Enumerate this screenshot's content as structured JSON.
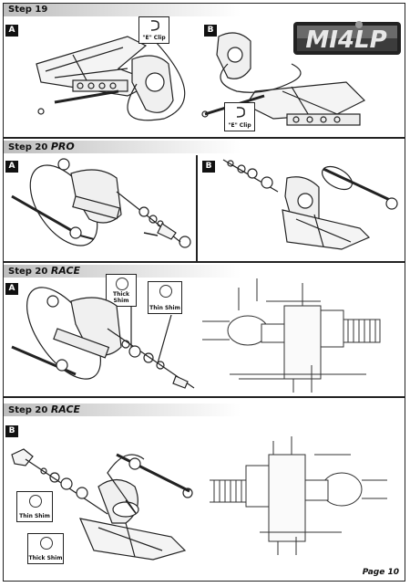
{
  "steps": {
    "s19": "Step 19",
    "s20pro": "Step 20",
    "s20pro_suffix": "PRO",
    "s20race1": "Step 20",
    "s20race1_suffix": "RACE",
    "s20race2": "Step 20",
    "s20race2_suffix": "RACE"
  },
  "badges": {
    "a": "A",
    "b": "B"
  },
  "callouts": {
    "e_clip": "\"E\" Clip",
    "thick_shim": "Thick Shim",
    "thin_shim": "Thin Shim"
  },
  "logo_text": "MI4LP",
  "page_label": "Page 10"
}
